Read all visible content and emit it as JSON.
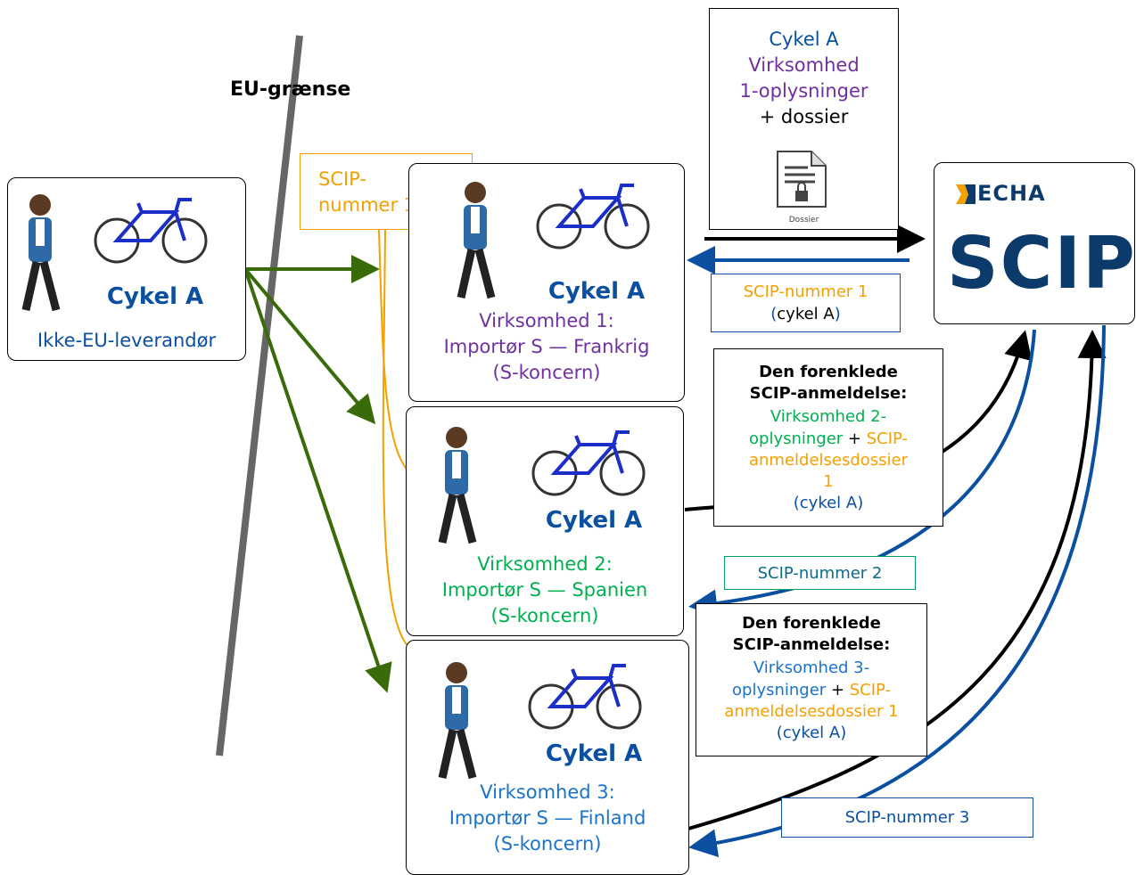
{
  "eu_border_label": "EU-grænse",
  "supplier": {
    "title": "Cykel A",
    "label": "Ikke-EU-leverandør"
  },
  "scip_number_1_box": "SCIP-\nnummer 1",
  "company1": {
    "title": "Cykel A",
    "lines": [
      "Virksomhed 1:",
      "Importør S — Frankrig",
      "(S-koncern)"
    ]
  },
  "company2": {
    "title": "Cykel A",
    "lines": [
      "Virksomhed 2:",
      "Importør S — Spanien",
      "(S-koncern)"
    ]
  },
  "company3": {
    "title": "Cykel A",
    "lines": [
      "Virksomhed 3:",
      "Importør S — Finland",
      "(S-koncern)"
    ]
  },
  "dossier_box": {
    "line1": "Cykel A",
    "line2": "Virksomhed",
    "line3": "1-oplysninger",
    "line4": "+ dossier",
    "icon_label": "Dossier"
  },
  "echa": {
    "brand": "ECHA",
    "product": "SCIP"
  },
  "scip_number_1_reply": {
    "line1": "SCIP-nummer 1",
    "line2_open": "(",
    "line2_text": "cykel A",
    "line2_close": ")"
  },
  "simplified2": {
    "heading1": "Den forenklede",
    "heading2": "SCIP-anmeldelse:",
    "l1": "Virksomhed 2-",
    "l2a": "oplysninger",
    "l2b": " + ",
    "l2c": "SCIP-",
    "l3": "anmeldelsesdossier",
    "l4": "1",
    "l5": "(cykel A)"
  },
  "scip_number_2": "SCIP-nummer 2",
  "simplified3": {
    "heading1": "Den forenklede",
    "heading2": "SCIP-anmeldelse:",
    "l1": "Virksomhed 3-",
    "l2a": "oplysninger",
    "l2b": " + ",
    "l2c": "SCIP-",
    "l3": "anmeldelsesdossier 1",
    "l4": "(cykel A)"
  },
  "scip_number_3": "SCIP-nummer 3",
  "colors": {
    "green_arrow": "#3a6b0b",
    "orange": "#f4a000",
    "navy": "#0a4fa0",
    "border_line": "#666666"
  }
}
